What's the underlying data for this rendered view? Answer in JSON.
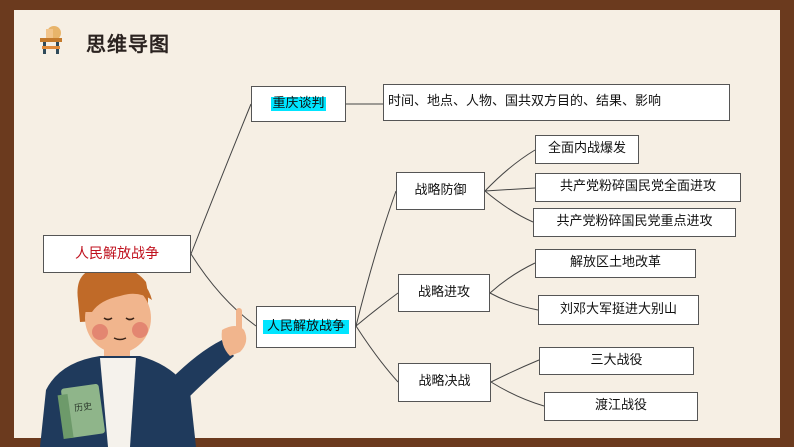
{
  "slide": {
    "title": "思维导图"
  },
  "mindmap": {
    "root": "人民解放战争",
    "branch_chongqing": "重庆谈判",
    "chongqing_detail": "时间、地点、人物、国共双方目的、结果、影响",
    "branch_war": "人民解放战争",
    "stages": [
      {
        "label": "战略防御",
        "items": [
          "全面内战爆发",
          "共产党粉碎国民党全面进攻",
          "共产党粉碎国民党重点进攻"
        ]
      },
      {
        "label": "战略进攻",
        "items": [
          "解放区土地改革",
          "刘邓大军挺进大别山"
        ]
      },
      {
        "label": "战略决战",
        "items": [
          "三大战役",
          "渡江战役"
        ]
      }
    ]
  },
  "illustration": {
    "book_text": "历史"
  },
  "colors": {
    "frame": "#6b3a1e",
    "paper": "#f6efe4",
    "highlight": "#00e5ff",
    "root_text": "#c0121f"
  }
}
